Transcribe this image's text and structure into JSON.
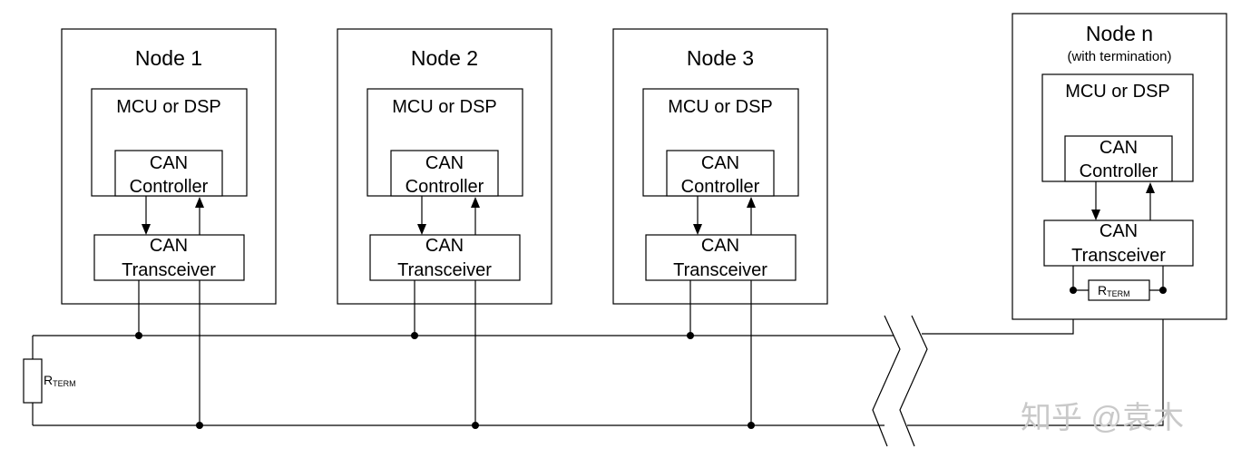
{
  "diagram": {
    "nodes": [
      {
        "title": "Node 1",
        "mcu": "MCU or DSP",
        "controller_line1": "CAN",
        "controller_line2": "Controller",
        "transceiver_line1": "CAN",
        "transceiver_line2": "Transceiver"
      },
      {
        "title": "Node 2",
        "mcu": "MCU or DSP",
        "controller_line1": "CAN",
        "controller_line2": "Controller",
        "transceiver_line1": "CAN",
        "transceiver_line2": "Transceiver"
      },
      {
        "title": "Node 3",
        "mcu": "MCU or DSP",
        "controller_line1": "CAN",
        "controller_line2": "Controller",
        "transceiver_line1": "CAN",
        "transceiver_line2": "Transceiver"
      }
    ],
    "node_n": {
      "title": "Node n",
      "subtitle": "(with termination)",
      "mcu": "MCU or DSP",
      "controller_line1": "CAN",
      "controller_line2": "Controller",
      "transceiver_line1": "CAN",
      "transceiver_line2": "Transceiver"
    },
    "rterm_main": "R",
    "rterm_sub": "TERM",
    "watermark": "知乎 @袁木"
  }
}
